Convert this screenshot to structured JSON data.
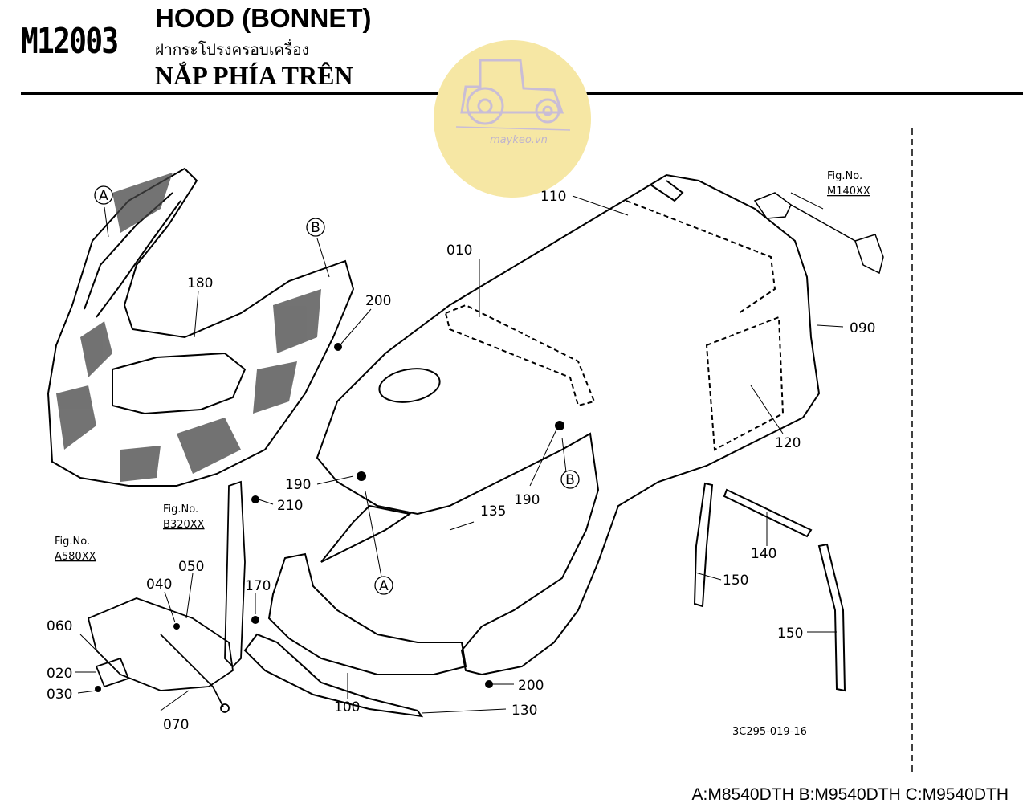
{
  "header": {
    "code": "M12003",
    "title_en": "HOOD (BONNET)",
    "title_th": "ฝากระโปรงครอบเครื่อง",
    "title_vi": "NẮP PHÍA TRÊN"
  },
  "watermark": {
    "text": "maykeo.vn",
    "color": "#f6e7a4"
  },
  "callouts": {
    "c010": "010",
    "c020": "020",
    "c030": "030",
    "c040": "040",
    "c050": "050",
    "c060": "060",
    "c070": "070",
    "c090": "090",
    "c100": "100",
    "c110": "110",
    "c120": "120",
    "c130": "130",
    "c135": "135",
    "c140": "140",
    "c150a": "150",
    "c150b": "150",
    "c170": "170",
    "c180": "180",
    "c190a": "190",
    "c190b": "190",
    "c200a": "200",
    "c200b": "200",
    "c210": "210"
  },
  "markers": {
    "a1": "A",
    "a2": "A",
    "b1": "B",
    "b2": "B"
  },
  "fig_refs": {
    "m140": {
      "label": "Fig.No.",
      "code": "M140XX"
    },
    "b320": {
      "label": "Fig.No.",
      "code": "B320XX"
    },
    "a580": {
      "label": "Fig.No.",
      "code": "A580XX"
    }
  },
  "drawing_id": "3C295-019-16",
  "footer_models": "A:M8540DTH B:M9540DTH C:M9540DTH"
}
